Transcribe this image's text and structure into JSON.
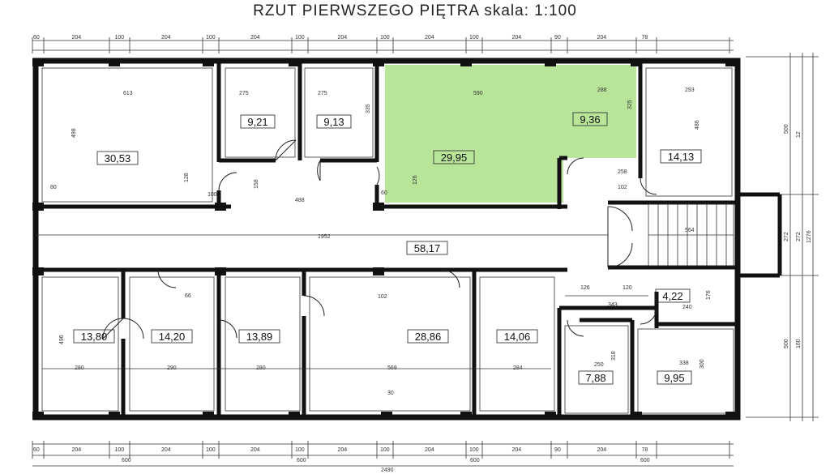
{
  "title": "RZUT PIERWSZEGO PIĘTRA  skala: 1:100",
  "colors": {
    "highlight": "#b9e59a",
    "wall": "#111111",
    "line": "#333333"
  },
  "room_areas": {
    "r1": "30,53",
    "r2": "9,21",
    "r3": "9,13",
    "r4": "29,95",
    "r5": "9,36",
    "r6": "14,13",
    "corridor": "58,17",
    "r7": "13,80",
    "r8": "14,20",
    "r9": "13,89",
    "r10": "28,86",
    "r11": "14,06",
    "r12": "4,22",
    "r13": "7,88",
    "r14": "9,95"
  },
  "top_dims": [
    "60",
    "204",
    "100",
    "204",
    "100",
    "204",
    "100",
    "204",
    "100",
    "204",
    "100",
    "204",
    "90",
    "204",
    "78"
  ],
  "bottom_dims": [
    "60",
    "204",
    "100",
    "204",
    "100",
    "204",
    "100",
    "204",
    "100",
    "204",
    "100",
    "204",
    "90",
    "204",
    "78"
  ],
  "bottom_totals": [
    "600",
    "600",
    "600",
    "600"
  ],
  "overall": "2490",
  "right_dims": [
    "500",
    "272",
    "500"
  ],
  "right_sub": [
    "12",
    "272",
    "1276",
    "160"
  ],
  "inner_dims": {
    "d613": "613",
    "d498": "498",
    "d275a": "275",
    "d275b": "275",
    "d335": "335",
    "d590": "590",
    "d288": "288",
    "d325": "325",
    "d293": "293",
    "d486": "486",
    "d1952": "1952",
    "d564": "564",
    "d496": "496",
    "d280a": "280",
    "d290": "290",
    "d280b": "280",
    "d569": "569",
    "d284": "284",
    "d343": "343",
    "d250": "250",
    "d338": "338",
    "d300": "300",
    "d318": "318",
    "d126a": "126",
    "d126b": "126",
    "d488": "488",
    "d100": "100",
    "d240": "240",
    "d176": "176",
    "d102": "102",
    "d258": "258",
    "d30": "30",
    "d80": "80",
    "d60": "60",
    "d128": "128",
    "d158": "158",
    "d66": "66",
    "d120": "120",
    "d102b": "102"
  }
}
